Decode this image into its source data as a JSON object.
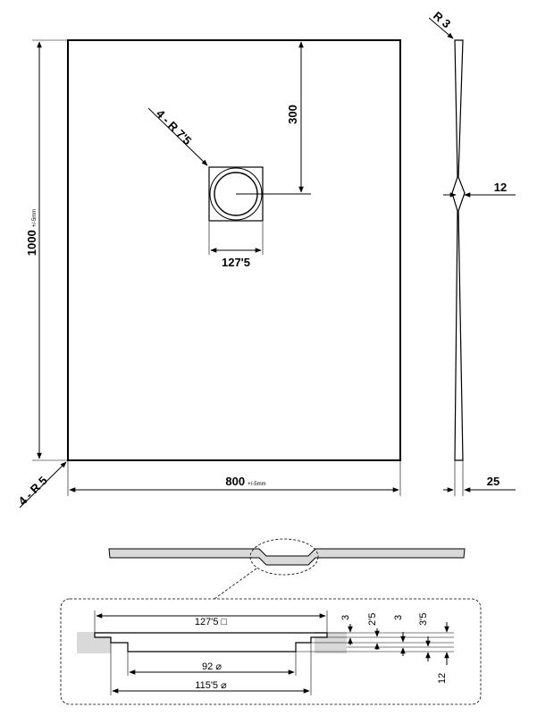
{
  "plan_view": {
    "width_value": "800",
    "width_tolerance": "+/-5mm",
    "length_value": "1000",
    "length_tolerance": "+/-5mm",
    "corner_radius": "4 - R 5",
    "drain_radius": "4 - R 7'5",
    "drain_width": "127'5",
    "drain_offset": "300"
  },
  "side_view": {
    "edge_radius": "R 3",
    "drain_thickness": "12",
    "edge_thickness": "25"
  },
  "detail_view": {
    "grate_size": "127'5 □",
    "inner_diameter": "92 ⌀",
    "outer_diameter": "115'5 ⌀",
    "depth_1": "3",
    "depth_2": "2'5",
    "depth_3": "3",
    "depth_4": "3'5",
    "depth_total": "12"
  }
}
